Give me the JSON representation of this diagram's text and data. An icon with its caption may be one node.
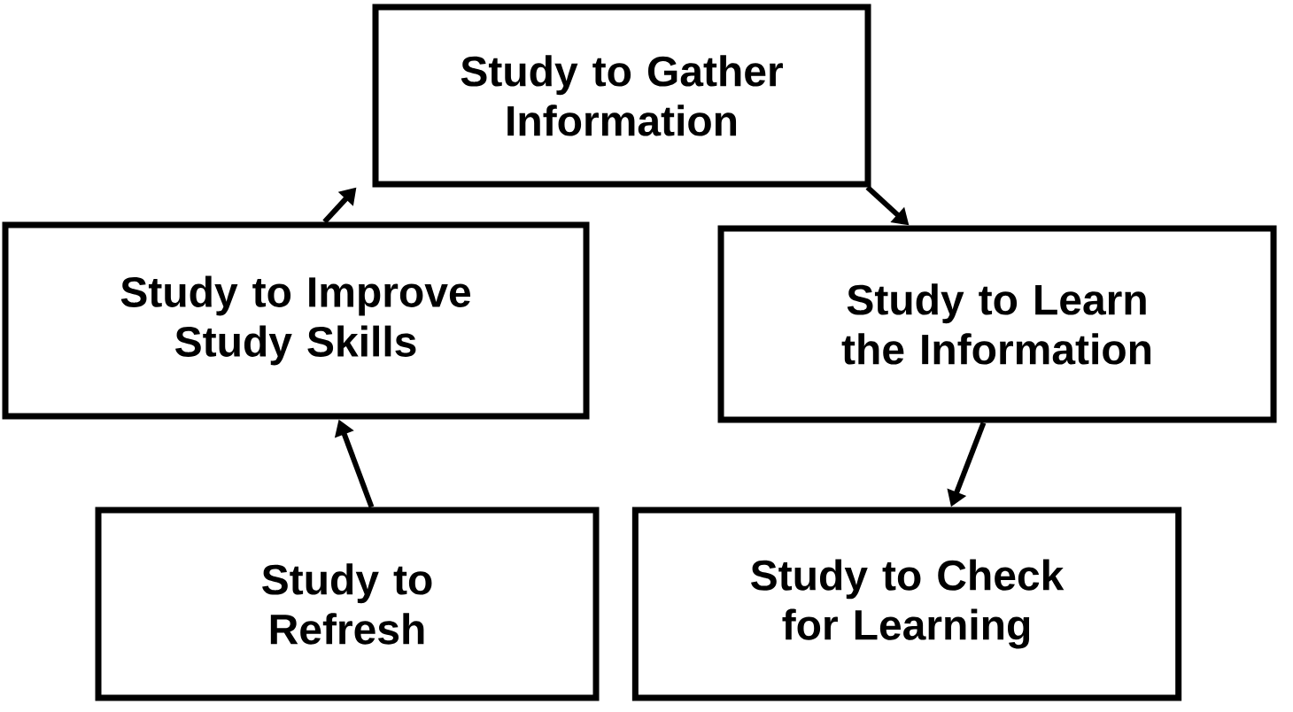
{
  "diagram": {
    "nodes": [
      {
        "text": [
          "Study to Gather Information"
        ]
      },
      {
        "text": [
          "Study to Improve Study Skills"
        ]
      },
      {
        "text": [
          "Study to Learn the Information"
        ]
      },
      {
        "text": [
          "Study to Refresh"
        ]
      },
      {
        "text": [
          "Study to Check for Learning"
        ]
      }
    ],
    "edges": [
      {
        "from": 1,
        "to": 0,
        "arrow": "to"
      },
      {
        "from": 0,
        "to": 2,
        "arrow": "to"
      },
      {
        "from": 2,
        "to": 4,
        "arrow": "to"
      },
      {
        "from": 3,
        "to": 1,
        "arrow": "to"
      }
    ]
  }
}
